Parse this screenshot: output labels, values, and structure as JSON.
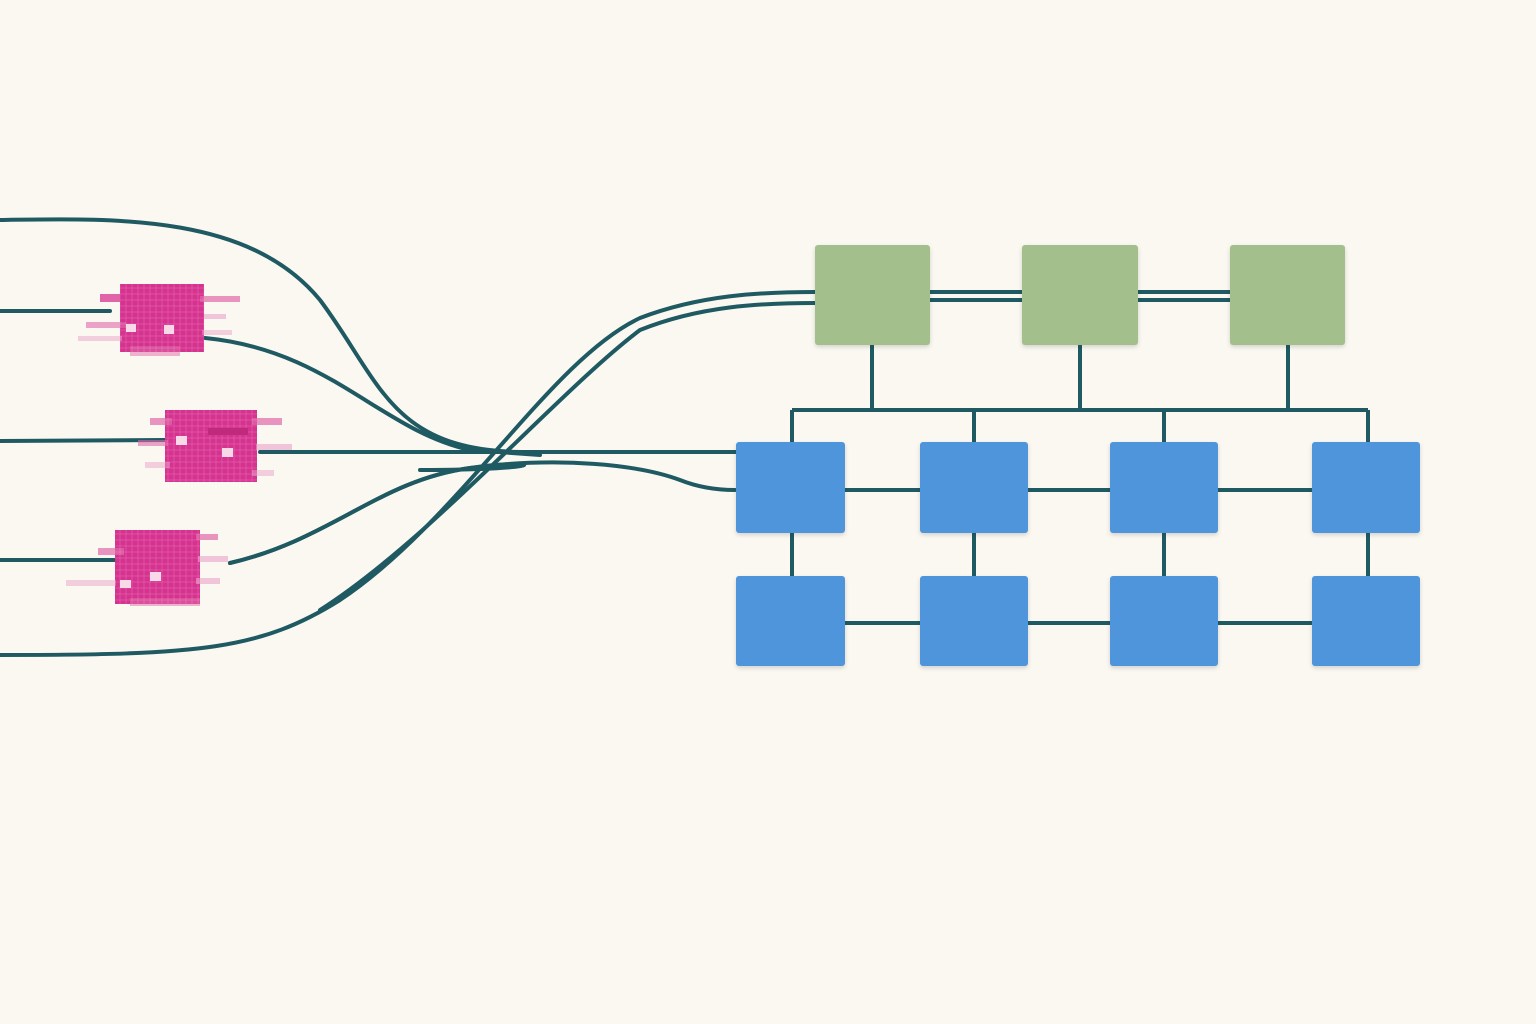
{
  "colors": {
    "background": "#fbf8f2",
    "wire": "#1f5a63",
    "green_box": "#a3bf8b",
    "blue_box": "#4f95dc",
    "glitch": "#d6338f"
  },
  "legend": {
    "green": "green-upper-row",
    "blue": "blue-grid",
    "magenta": "magenta-glitch-blocks"
  },
  "diagram": {
    "green_boxes": [
      {
        "id": "green-box-1"
      },
      {
        "id": "green-box-2"
      },
      {
        "id": "green-box-3"
      }
    ],
    "blue_boxes_row1": [
      {
        "id": "blue-box-r1c1"
      },
      {
        "id": "blue-box-r1c2"
      },
      {
        "id": "blue-box-r1c3"
      },
      {
        "id": "blue-box-r1c4"
      }
    ],
    "blue_boxes_row2": [
      {
        "id": "blue-box-r2c1"
      },
      {
        "id": "blue-box-r2c2"
      },
      {
        "id": "blue-box-r2c3"
      },
      {
        "id": "blue-box-r2c4"
      }
    ],
    "glitch_blocks": [
      {
        "id": "glitch-block-1"
      },
      {
        "id": "glitch-block-2"
      },
      {
        "id": "glitch-block-3"
      }
    ]
  }
}
